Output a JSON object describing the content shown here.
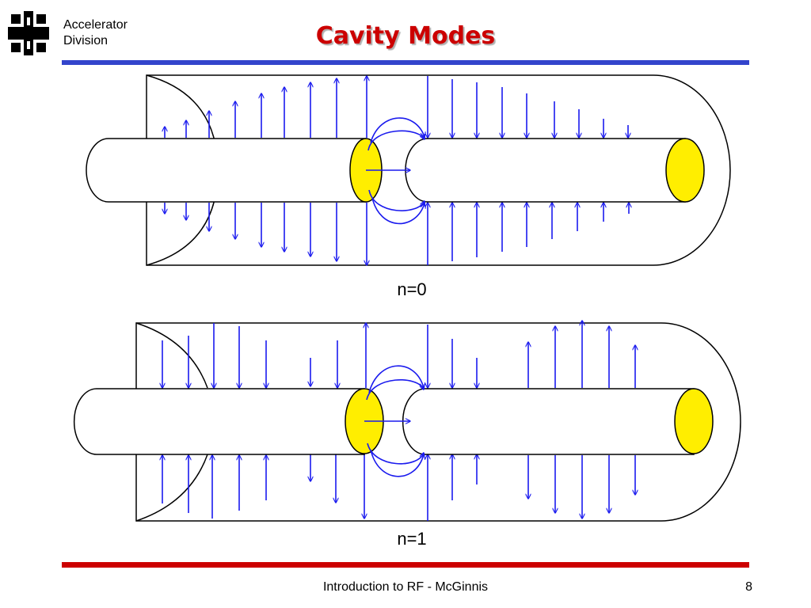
{
  "header": {
    "org_line1": "Accelerator",
    "org_line2": "Division",
    "title": "Cavity Modes"
  },
  "diagram": {
    "modes": [
      {
        "label": "n=0"
      },
      {
        "label": "n=1"
      }
    ],
    "colors": {
      "field": "#1a1aee",
      "end_face": "#ffee00",
      "outline": "#000000"
    }
  },
  "footer": {
    "text": "Introduction to RF - McGinnis",
    "page": "8"
  }
}
